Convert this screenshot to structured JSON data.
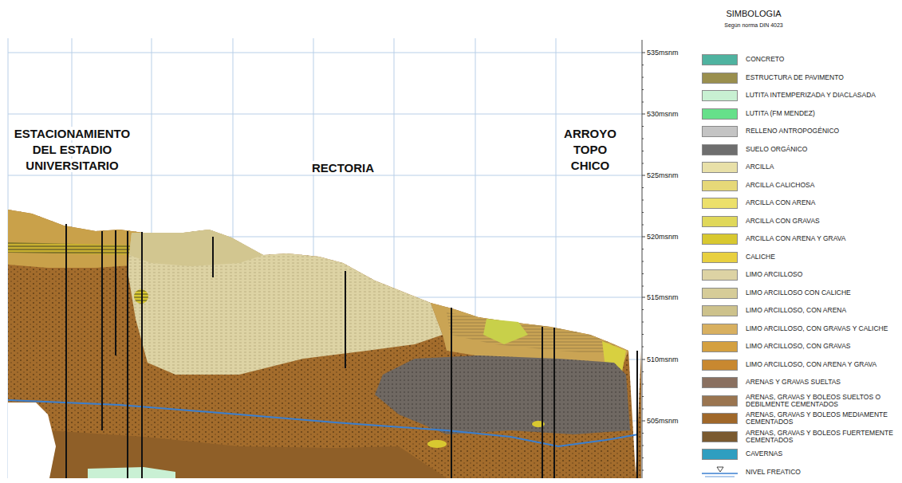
{
  "diagram": {
    "labels": [
      "ESTACIONAMIENTO DEL ESTADIO UNIVERSITARIO",
      "RECTORIA",
      "ARROYO TOPO CHICO",
      "535msnm",
      "530msnm",
      "525msnm",
      "520msnm",
      "515msnm",
      "510msnm",
      "505msnm",
      "SIMBOLOGIA",
      "Según norma DIN 4023"
    ],
    "legend": [
      {
        "text": "CONCRETO",
        "color": "#4fb3a0"
      },
      {
        "text": "ESTRUCTURA DE PAVIMENTO",
        "color": "#9a8f4e"
      },
      {
        "text": "LUTITA INTEMPERIZADA Y DIACLASADA",
        "color": "#c8f0d2"
      },
      {
        "text": "LUTITA (FM MENDEZ)",
        "color": "#66e08a"
      },
      {
        "text": "RELLENO ANTROPOGÉNICO",
        "color": "#c4c4c4"
      },
      {
        "text": "SUELO ORGÁNICO",
        "color": "#6e6e6e"
      },
      {
        "text": "ARCILLA",
        "color": "#e8e0a8"
      },
      {
        "text": "ARCILLA CALICHOSA",
        "color": "#e6d878"
      },
      {
        "text": "ARCILLA CON ARENA",
        "color": "#ece06a"
      },
      {
        "text": "ARCILLA CON GRAVAS",
        "color": "#e0d85a"
      },
      {
        "text": "ARCILLA CON ARENA Y GRAVA",
        "color": "#d8c830"
      },
      {
        "text": "CALICHE",
        "color": "#e8d040"
      },
      {
        "text": "LIMO ARCILLOSO",
        "color": "#ddd3a4"
      },
      {
        "text": "LIMO ARCILLOSO CON CALICHE",
        "color": "#d6cc98"
      },
      {
        "text": "LIMO ARCILLOSO, CON ARENA",
        "color": "#cdc28c"
      },
      {
        "text": "LIMO ARCILLOSO, CON GRAVAS Y CALICHE",
        "color": "#d8b060"
      },
      {
        "text": "LIMO ARCILLOSO, CON GRAVAS",
        "color": "#d4a040"
      },
      {
        "text": "LIMO ARCILLOSO, CON ARENA Y GRAVA",
        "color": "#c88830"
      },
      {
        "text": "ARENAS Y GRAVAS SUELTAS",
        "color": "#8a7060"
      },
      {
        "text": "ARENAS, GRAVAS Y BOLEOS SUELTOS O DEBILMENTE CEMENTADOS",
        "color": "#9a7550"
      },
      {
        "text": "ARENAS, GRAVAS Y BOLEOS MEDIAMENTE CEMENTADOS",
        "color": "#a0682a"
      },
      {
        "text": "ARENAS, GRAVAS Y BOLEOS FUERTEMENTE CEMENTADOS",
        "color": "#7a5a30"
      },
      {
        "text": "CAVERNAS",
        "color": "#2f9ec0"
      },
      {
        "text": "NIVEL FREATICO"
      }
    ]
  }
}
